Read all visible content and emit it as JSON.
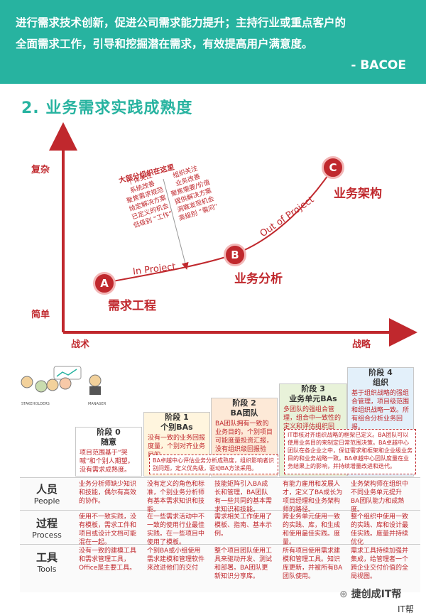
{
  "banner": {
    "line1": "进行需求技术创新，促进公司需求能力提升；主持行业或重点客户的",
    "line2": "全面需求工作，引导和挖掘潜在需求，有效提高用户满意度。",
    "signature": "- BACOE"
  },
  "section_title": "2. 业务需求实践成熟度",
  "chart": {
    "y_top": "复杂",
    "y_bottom": "简单",
    "x_left": "战术",
    "x_right": "战略",
    "stages": [
      {
        "letter": "A",
        "name": "需求工程"
      },
      {
        "letter": "B",
        "name": "业务分析"
      },
      {
        "letter": "C",
        "name": "业务架构"
      }
    ],
    "in_project": "In Project",
    "out_project": "Out of Project",
    "most_orgs": "大部分组织在这里",
    "left_col": [
      "个体关注",
      "系统改善",
      "聚焦需求规范",
      "给定解决方案",
      "已定义的机会",
      "低级别 “工作”"
    ],
    "right_col": [
      "组织关注",
      "业务改善",
      "聚焦需要/价值",
      "提供解决方案",
      "洞察发现机会",
      "高级别 “需问”"
    ]
  },
  "figure_labels": [
    "STAKEHOLDERS",
    "MANAGER"
  ],
  "stages": [
    {
      "title": "阶段 0",
      "sub": "随意",
      "desc": "项目范围基于“哭喊”和个别人期望。没有需求成熟度。"
    },
    {
      "title": "阶段 1",
      "sub": "个别BAs",
      "desc": "没有一致的业务回报度量，个别对齐业务目的。",
      "note": "BA卓越中心评估业务分析成熟度，组织影响者识别问题，定义优先级，驱动BA方法采用。"
    },
    {
      "title": "阶段 2",
      "sub": "BA团队",
      "desc": "BA团队拥有一致的业务目的。个别项目可能度量投资汇报，没有组织级回报验证。"
    },
    {
      "title": "阶段 3",
      "sub": "业务单元BAs",
      "desc": "多团队的强组合管理，组合中一致性的定义和评估组织回报。",
      "note": "IT审核对齐组织战略的框架已定义。BA团队可以使用业务目的来制定日常范围决策。BA卓越中心团队在各企业之中，保证需求和框架和企业级业务目的和业务战略一致。BA卓越中心团队度量在业务结果上的影响，并持续增量改进和迭代。"
    },
    {
      "title": "阶段 4",
      "sub": "组织",
      "desc": "基于组织战略的强组合管理，项目级范围和组织战略一致。所有组合分析业务回报。"
    }
  ],
  "table": {
    "rows": [
      {
        "zh": "人员",
        "en": "People",
        "cells": [
          "业务分析师缺少知识和技能，偶尔有高效的协作。",
          "没有定义的角色和标准，个别业务分析师有基本需求知识和技能。",
          "技能矩阵引入BA成长和管理，BA团队有一些共同的基本需求知识和技能。",
          "有能力雇用和发展人才，定义了BA成长为项目经理和业务架构师的路径。",
          "业务架构师在组织中不同业务单元提升BA团队能力和成熟度。"
        ]
      },
      {
        "zh": "过程",
        "en": "Process",
        "cells": [
          "使用不一致实践，没有模板，需求工件和项目或设计文档可能混在一起。",
          "在一些需求活动中不一致的使用行业最佳实践。在一些项目中使用了模板。",
          "需求相关工作使用了模板、指南、基本示例。",
          "跨业务单元使用一致的实践、库，和生成和使用最佳实践。度量。",
          "整个组织中使用一致的实践、库和设计最佳实践。度量并持续优化"
        ]
      },
      {
        "zh": "工具",
        "en": "Tools",
        "cells": [
          "没有一致的建模工具和需求管理工具，Office是主要工具。",
          "个别BA或小组使用需求建模和管理软件来改进他们的交付",
          "整个项目团队使用工具来驱动开发、测试和部署。BA团队更新知识分享库。",
          "所有项目使用需求建模和管理工具。知识库更新，并被所有BA团队使用。",
          "需求工具持续加强并集成，给管理者一个跨企业交付价值的全局视图。"
        ]
      }
    ]
  },
  "watermark": {
    "brand": "捷创成IT帮",
    "corner": "IT帮"
  },
  "colors": {
    "teal": "#27b3a0",
    "red": "#c0282d"
  }
}
